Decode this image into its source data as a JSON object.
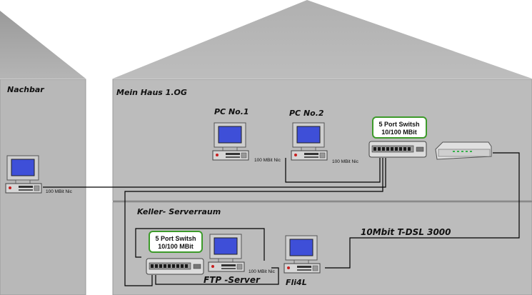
{
  "rooms": {
    "neighbor": "Nachbar",
    "house_upper": "Mein Haus 1.OG",
    "basement": "Keller- Serverraum"
  },
  "devices": {
    "neighbor_pc": {
      "nic": "100 MBit Nic"
    },
    "pc1": {
      "label": "PC No.1",
      "nic": "100 MBit Nic"
    },
    "pc2": {
      "label": "PC No.2",
      "nic": "100 MBit Nic"
    },
    "switch_top": {
      "line1": "5 Port Switsh",
      "line2": "10/100 MBit"
    },
    "switch_bottom": {
      "line1": "5 Port Switsh",
      "line2": "10/100 MBit"
    },
    "ftp_server": {
      "label": "FTP -Server",
      "nic": "100 MBit Nic"
    },
    "fli4l": {
      "label": "Fli4L"
    }
  },
  "links": {
    "dsl": "10Mbit T-DSL 3000"
  },
  "colors": {
    "wall": "#b8b8b8",
    "roof": "#a9a9a9",
    "screen": "#3e4fd8",
    "switch_border": "#3c9a2a",
    "cable": "#000000"
  }
}
